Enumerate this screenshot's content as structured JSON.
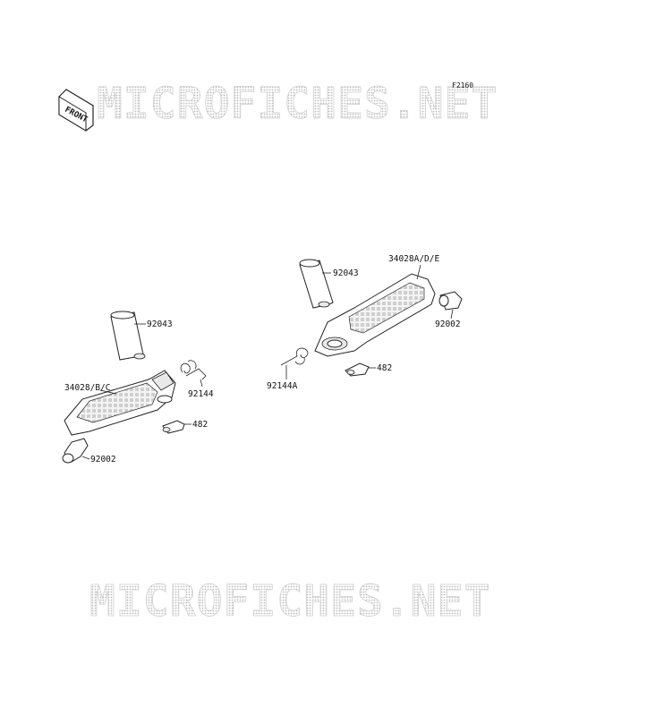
{
  "diagram_code": "F2160",
  "front_badge": "FRONT",
  "watermark": {
    "top": "MICROFICHES.NET",
    "bottom": "MICROFICHES.NET"
  },
  "labels": {
    "left_pin": "92043",
    "left_footpeg": "34028/B/C",
    "left_spring": "92144",
    "left_clip": "482",
    "left_rubber": "92002",
    "right_pin": "92043",
    "right_footpeg": "34028A/D/E",
    "right_rubber": "92002",
    "right_clip": "482",
    "right_spring": "92144A"
  }
}
